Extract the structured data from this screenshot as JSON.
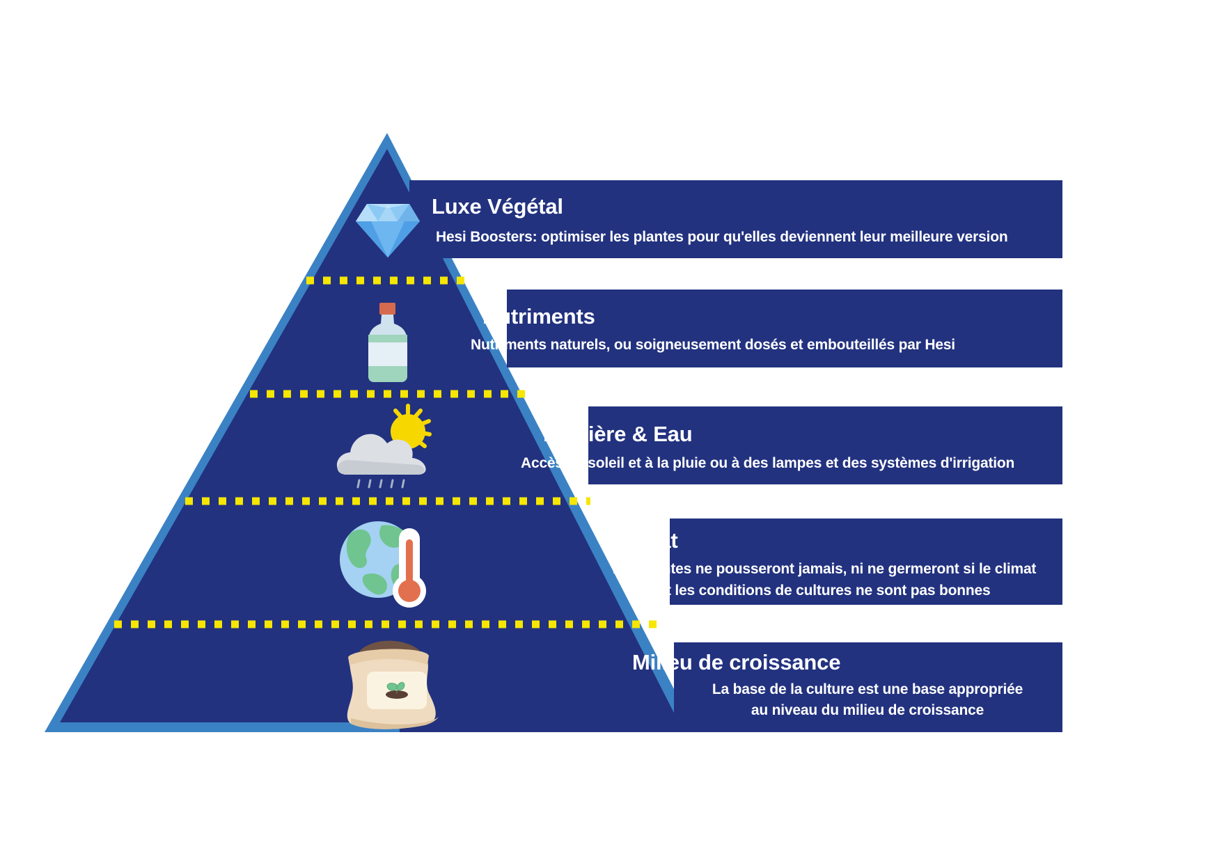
{
  "colors": {
    "navy": "#22327f",
    "border_blue": "#3b82c4",
    "dots_yellow": "#f6e600",
    "text": "#ffffff",
    "background": "#ffffff"
  },
  "tiers": [
    {
      "title": "Luxe Végétal",
      "description": [
        "Hesi Boosters: optimiser les plantes pour qu'elles deviennent leur meilleure version"
      ],
      "icon": "diamond-icon"
    },
    {
      "title": "Nutriments",
      "description": [
        "Nutriments naturels, ou soigneusement dosés et embouteillés par Hesi"
      ],
      "icon": "bottle-icon"
    },
    {
      "title": "Lumière & Eau",
      "description": [
        "Accès au soleil et à la pluie ou à des lampes et des systèmes d'irrigation"
      ],
      "icon": "sun-rain-cloud-icon"
    },
    {
      "title": "Climat",
      "description": [
        "Les plantes ne pousseront jamais, ni ne germeront si le climat",
        "et les conditions de cultures ne sont pas bonnes"
      ],
      "icon": "globe-thermometer-icon"
    },
    {
      "title": "Milieu de croissance",
      "description": [
        "La base de la culture est une base appropriée",
        "au niveau du milieu de croissance"
      ],
      "icon": "soil-bag-icon"
    }
  ]
}
